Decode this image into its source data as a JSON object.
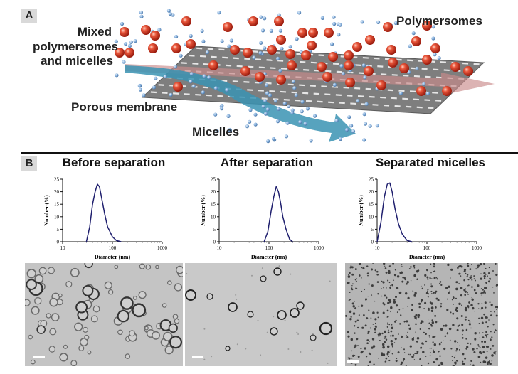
{
  "panelA": {
    "tag": "A",
    "label_mixed": [
      "Mixed",
      "polymersomes",
      "and micelles"
    ],
    "label_polymersomes": "Polymersomes",
    "label_membrane": "Porous membrane",
    "label_micelles": "Micelles"
  },
  "panelB": {
    "tag": "B",
    "headers": [
      "Before separation",
      "After separation",
      "Separated micelles"
    ]
  },
  "colors": {
    "polymersome": "#d9412b",
    "micelle": "#7aa6d6",
    "membrane": "#8a8a8a",
    "arrow_micelles": "#3a93b3",
    "arrow_polymersomes": "#c98a8a",
    "curve": "#1f1f6e"
  },
  "chart_data": [
    {
      "type": "line",
      "title": "Before separation",
      "xlabel": "Diameter (nm)",
      "ylabel": "Number (%)",
      "xscale": "log",
      "xlim": [
        10,
        1000
      ],
      "ylim": [
        0,
        25
      ],
      "xticks": [
        "10",
        "100",
        "1000"
      ],
      "yticks": [
        "0",
        "5",
        "10",
        "15",
        "20",
        "25"
      ],
      "x": [
        30,
        35,
        40,
        45,
        50,
        55,
        60,
        70,
        80,
        100,
        120,
        150
      ],
      "y": [
        0,
        6,
        15,
        20,
        23,
        22,
        18,
        11,
        6,
        2,
        0.5,
        0
      ]
    },
    {
      "type": "line",
      "title": "After separation",
      "xlabel": "Diameter (nm)",
      "ylabel": "Number (%)",
      "xscale": "log",
      "xlim": [
        10,
        1000
      ],
      "ylim": [
        0,
        25
      ],
      "xticks": [
        "10",
        "100",
        "1000"
      ],
      "yticks": [
        "0",
        "5",
        "10",
        "15",
        "20",
        "25"
      ],
      "x": [
        80,
        95,
        110,
        125,
        140,
        155,
        170,
        190,
        220,
        260,
        300
      ],
      "y": [
        0,
        4,
        12,
        18,
        22,
        20,
        16,
        10,
        5,
        1,
        0
      ]
    },
    {
      "type": "line",
      "title": "Separated micelles",
      "xlabel": "Diameter (nm)",
      "ylabel": "Number (%)",
      "xscale": "log",
      "xlim": [
        10,
        1000
      ],
      "ylim": [
        0,
        25
      ],
      "xticks": [
        "10",
        "100",
        "1000"
      ],
      "yticks": [
        "0",
        "5",
        "10",
        "15",
        "20",
        "25"
      ],
      "x": [
        10,
        12,
        14,
        16,
        18,
        20,
        23,
        27,
        32,
        40,
        50
      ],
      "y": [
        0,
        8,
        18,
        23,
        23.5,
        20,
        13,
        7,
        3,
        0.5,
        0
      ]
    }
  ]
}
